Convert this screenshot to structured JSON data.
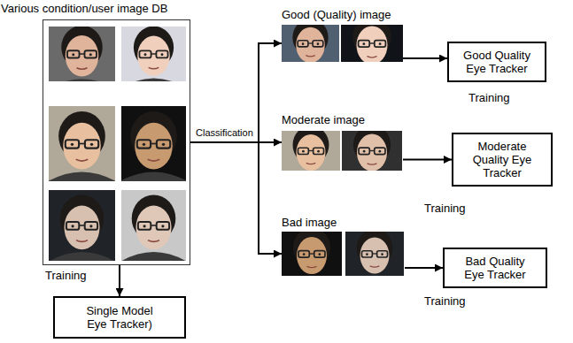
{
  "diagram": {
    "nodes": [
      {
        "text": [
          "Various condition/user image DB"
        ]
      },
      {
        "text": [
          "Good (Quality) image"
        ]
      },
      {
        "text": [
          "Good Quality Eye Tracker"
        ]
      },
      {
        "text": [
          "Moderate image"
        ]
      },
      {
        "text": [
          "Moderate Quality Eye Tracker"
        ]
      },
      {
        "text": [
          "Bad image"
        ]
      },
      {
        "text": [
          "Bad Quality Eye Tracker"
        ]
      },
      {
        "text": [
          "Single Model Eye Tracker)"
        ]
      }
    ],
    "edges": [
      {
        "from": 0,
        "to": 1,
        "arrow": "to"
      },
      {
        "from": 0,
        "to": 3,
        "arrow": "to"
      },
      {
        "from": 0,
        "to": 5,
        "arrow": "to"
      },
      {
        "from": 1,
        "to": 2,
        "label": "Training",
        "arrow": "to"
      },
      {
        "from": 3,
        "to": 4,
        "label": "Training",
        "arrow": "to"
      },
      {
        "from": 5,
        "to": 6,
        "label": "Training",
        "arrow": "to"
      },
      {
        "from": 0,
        "to": 7,
        "label": "Training",
        "arrow": "to"
      }
    ],
    "labels": [
      "Classification"
    ]
  }
}
